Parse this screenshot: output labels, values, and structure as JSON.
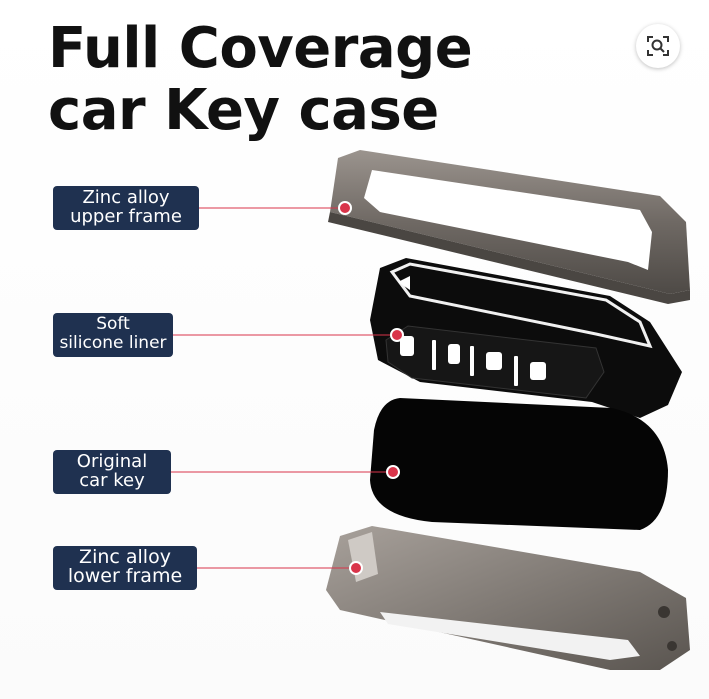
{
  "title": {
    "line1": "Full Coverage",
    "line2": "car Key case"
  },
  "labels": [
    {
      "line1": "Zinc alloy",
      "line2": "upper frame"
    },
    {
      "line1": "Soft",
      "line2": "silicone liner"
    },
    {
      "line1": "Original",
      "line2": "car key"
    },
    {
      "line1": "Zinc alloy",
      "line2": "lower frame"
    }
  ],
  "colors": {
    "label_bg": "#1f3150",
    "marker": "#d9344a",
    "frame": "#7a7470"
  },
  "icons": {
    "lens": "visual-search-icon"
  }
}
